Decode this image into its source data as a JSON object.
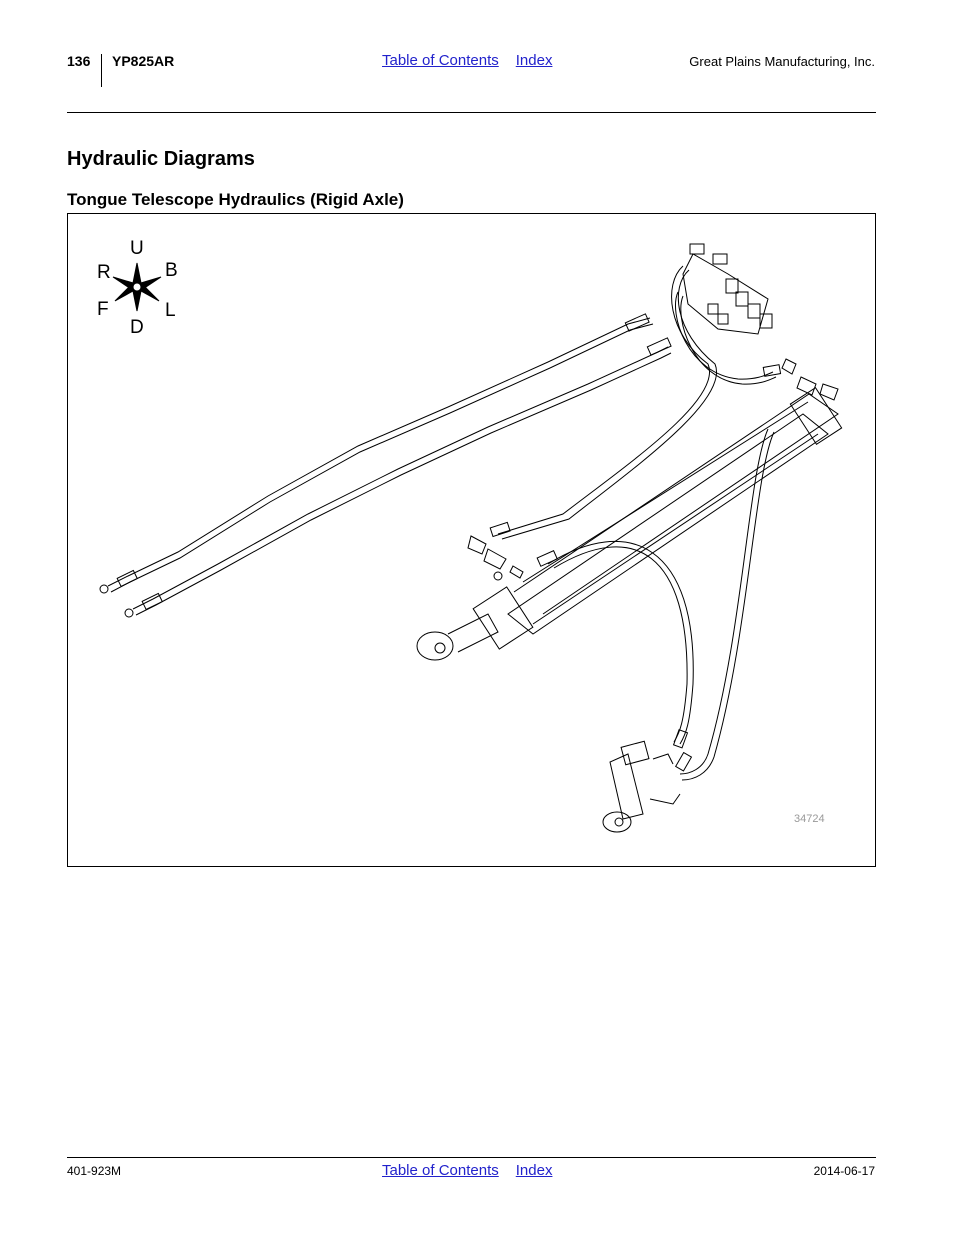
{
  "header": {
    "page_number": "136",
    "model": "YP825AR",
    "toc_link": "Table of Contents",
    "index_link": "Index",
    "company": "Great Plains Manufacturing, Inc."
  },
  "section_title": "Hydraulic Diagrams",
  "subsection_title": "Tongue Telescope Hydraulics (Rigid Axle)",
  "figure": {
    "figure_id": "34724",
    "compass": {
      "up": "U",
      "down": "D",
      "right": "R",
      "back": "B",
      "front": "F",
      "left": "L"
    }
  },
  "footer": {
    "doc_number": "401-923M",
    "toc_link": "Table of Contents",
    "index_link": "Index",
    "date": "2014-06-17"
  }
}
